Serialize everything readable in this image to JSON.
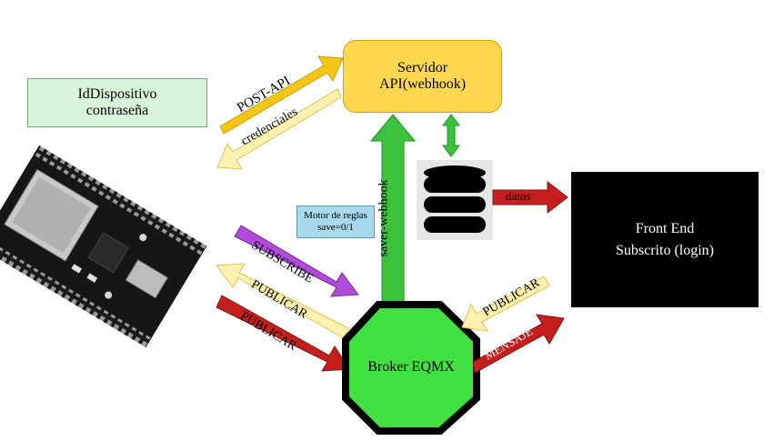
{
  "credentials_box": {
    "line1": "IdDispositivo",
    "line2": "contraseña"
  },
  "api_box": {
    "line1": "Servidor",
    "line2": "API(webhook)"
  },
  "frontend_box": {
    "line1": "Front End",
    "line2": "Subscrito (login)"
  },
  "rules_box": {
    "line1": "Motor de reglas",
    "line2": "save=0/1"
  },
  "broker": {
    "label": "Broker EQMX"
  },
  "arrows": {
    "post_api": "POST-API",
    "credenciales": "credenciales",
    "saver_webhook": "saver-webhook",
    "datos": "datos",
    "subscribe": "SUBSCRIBE",
    "publicar_in": "PUBLICAR",
    "publicar_out": "PUBLICAR",
    "publicar_front": "PUBLICAR",
    "mensaje": "MENSAJE"
  },
  "colors": {
    "yellow": "#f5c518",
    "pale_yellow": "#fff2b0",
    "green": "#3cc23c",
    "red": "#c41e1e",
    "purple": "#b04ad8",
    "broker_fill": "#3fe03f"
  },
  "icons": {
    "board": "esp32-dev-board-icon",
    "database": "database-icon"
  }
}
